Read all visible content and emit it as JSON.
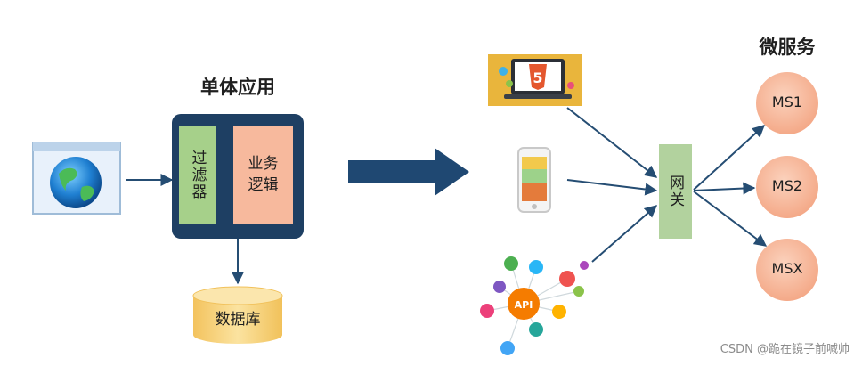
{
  "monolith": {
    "title": "单体应用",
    "filter_label": "过滤器",
    "business_label": "业务\n逻辑",
    "database_label": "数据库"
  },
  "gateway": {
    "label": "网关"
  },
  "microservices": {
    "title": "微服务",
    "services": [
      "MS1",
      "MS2",
      "MSX"
    ]
  },
  "clients": {
    "html5_badge": "5",
    "api_badge": "API"
  },
  "watermark": "CSDN @跪在镜子前喊帅",
  "colors": {
    "monolith_frame": "#1e3f63",
    "filter_fill": "#a6d08a",
    "business_fill": "#f7b99d",
    "gateway_fill": "#b2d29e",
    "service_fill": "#f8bea2",
    "database_fill": "#f7d37e",
    "arrow": "#254d73",
    "big_arrow": "#1f4872",
    "html5_orange": "#e4572e"
  },
  "icons": [
    "browser-globe-icon",
    "html5-devices-icon",
    "smartphone-icon",
    "api-network-icon"
  ]
}
